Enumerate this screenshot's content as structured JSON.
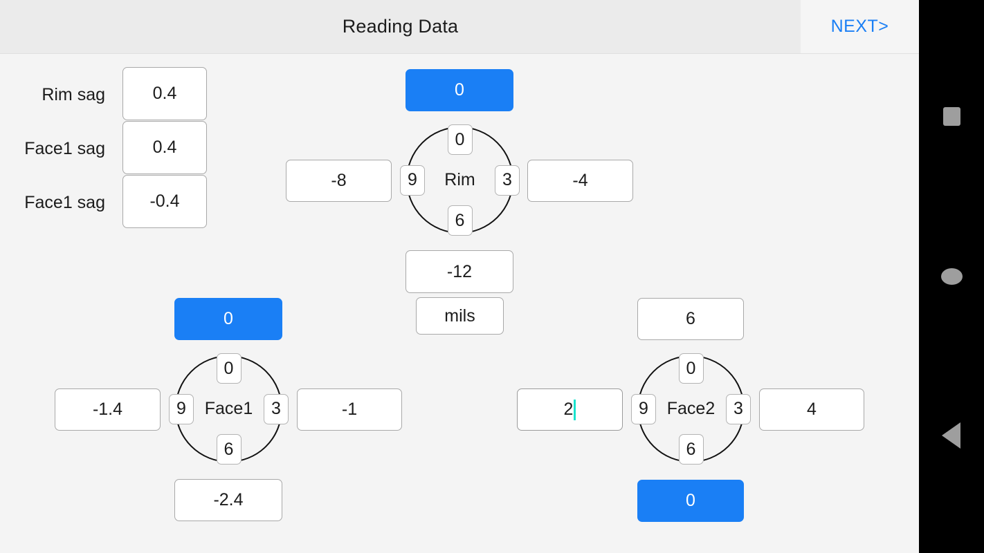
{
  "header": {
    "title": "Reading Data",
    "next_label": "NEXT>"
  },
  "colors": {
    "accent_blue": "#1a7ff5",
    "caret_teal": "#18e3cd",
    "body_bg": "#f4f4f4",
    "header_bg": "#ebebeb",
    "navbar_bg": "#000000",
    "navbar_icon": "#9e9e9e"
  },
  "sag": {
    "rows": [
      {
        "label": "Rim sag",
        "value": "0.4"
      },
      {
        "label": "Face1 sag",
        "value": "0.4"
      },
      {
        "label": "Face1 sag",
        "value": "-0.4"
      }
    ]
  },
  "units": {
    "value": "mils"
  },
  "dials": [
    {
      "name": "Rim",
      "center_label": "Rim",
      "ticks": {
        "top": "0",
        "right": "3",
        "bottom": "6",
        "left": "9"
      },
      "readings": {
        "top": {
          "value": "0",
          "highlighted": true,
          "focused": false
        },
        "left": {
          "value": "-8",
          "highlighted": false,
          "focused": false
        },
        "right": {
          "value": "-4",
          "highlighted": false,
          "focused": false
        },
        "bottom": {
          "value": "-12",
          "highlighted": false,
          "focused": false
        }
      }
    },
    {
      "name": "Face1",
      "center_label": "Face1",
      "ticks": {
        "top": "0",
        "right": "3",
        "bottom": "6",
        "left": "9"
      },
      "readings": {
        "top": {
          "value": "0",
          "highlighted": true,
          "focused": false
        },
        "left": {
          "value": "-1.4",
          "highlighted": false,
          "focused": false
        },
        "right": {
          "value": "-1",
          "highlighted": false,
          "focused": false
        },
        "bottom": {
          "value": "-2.4",
          "highlighted": false,
          "focused": false
        }
      }
    },
    {
      "name": "Face2",
      "center_label": "Face2",
      "ticks": {
        "top": "0",
        "right": "3",
        "bottom": "6",
        "left": "9"
      },
      "readings": {
        "top": {
          "value": "6",
          "highlighted": false,
          "focused": false
        },
        "left": {
          "value": "2",
          "highlighted": false,
          "focused": true
        },
        "right": {
          "value": "4",
          "highlighted": false,
          "focused": false
        },
        "bottom": {
          "value": "0",
          "highlighted": true,
          "focused": false
        }
      }
    }
  ],
  "navbar": {
    "recents_icon": "square-icon",
    "home_icon": "circle-icon",
    "back_icon": "triangle-left-icon"
  }
}
